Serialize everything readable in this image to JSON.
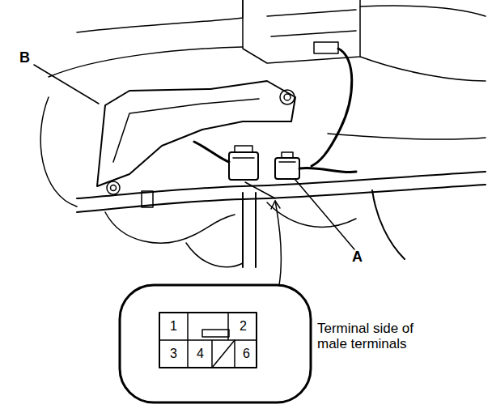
{
  "diagram": {
    "labels": [
      "B",
      "A",
      "1",
      "2",
      "3",
      "4",
      "6",
      "Terminal side of male terminals"
    ]
  }
}
